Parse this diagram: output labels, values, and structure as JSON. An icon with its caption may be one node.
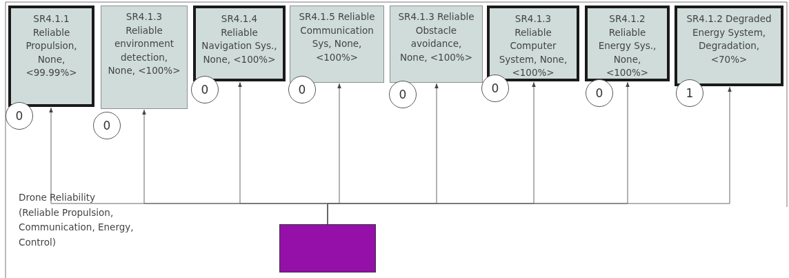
{
  "diagram": {
    "nodes": [
      {
        "text": [
          "SR4.1.1 Reliable Propulsion, None, <99.99%>"
        ]
      },
      {
        "text": [
          "SR4.1.3 Reliable environment detection, None, <100%>"
        ]
      },
      {
        "text": [
          "SR4.1.4 Reliable Navigation Sys., None, <100%>"
        ]
      },
      {
        "text": [
          "SR4.1.5 Reliable Communication Sys, None, <100%>"
        ]
      },
      {
        "text": [
          "SR4.1.3 Reliable Obstacle avoidance, None, <100%>"
        ]
      },
      {
        "text": [
          "SR4.1.3 Reliable Computer System, None, <100%>"
        ]
      },
      {
        "text": [
          "SR4.1.2 Reliable Energy Sys., None, <100%>"
        ]
      },
      {
        "text": [
          "SR4.1.2 Degraded Energy System, Degradation, <70%>"
        ]
      },
      {
        "text": [
          "0"
        ]
      },
      {
        "text": [
          "0"
        ]
      },
      {
        "text": [
          "0"
        ]
      },
      {
        "text": [
          "0"
        ]
      },
      {
        "text": [
          "0"
        ]
      },
      {
        "text": [
          "0"
        ]
      },
      {
        "text": [
          "0"
        ]
      },
      {
        "text": [
          "1"
        ]
      },
      {
        "text": [],
        "shape": "box"
      }
    ],
    "edges": [
      {
        "from": 16,
        "to": 0,
        "arrow": "to"
      },
      {
        "from": 16,
        "to": 1,
        "arrow": "to"
      },
      {
        "from": 16,
        "to": 2,
        "arrow": "to"
      },
      {
        "from": 16,
        "to": 3,
        "arrow": "to"
      },
      {
        "from": 16,
        "to": 4,
        "arrow": "to"
      },
      {
        "from": 16,
        "to": 5,
        "arrow": "to"
      },
      {
        "from": 16,
        "to": 6,
        "arrow": "to"
      },
      {
        "from": 16,
        "to": 7,
        "arrow": "to"
      }
    ],
    "labels": [
      "Drone Reliability (Reliable Propulsion, Communication, Energy, Control)"
    ]
  }
}
